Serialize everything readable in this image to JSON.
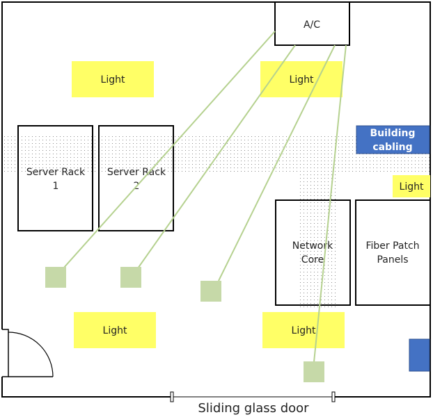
{
  "ac": {
    "label": "A/C"
  },
  "lights": {
    "top_left": "Light",
    "top_right": "Light",
    "right_side": "Light",
    "bottom_left": "Light",
    "bottom_right": "Light"
  },
  "racks": {
    "rack1": {
      "line1": "Server Rack",
      "line2": "1"
    },
    "rack2": {
      "line1": "Server Rack",
      "line2": "2"
    }
  },
  "network_core": {
    "line1": "Network",
    "line2": "Core"
  },
  "fiber_panels": {
    "line1": "Fiber Patch",
    "line2": "Panels"
  },
  "building_cabling": {
    "line1": "Building",
    "line2": "cabling"
  },
  "door": {
    "label": "Sliding glass door"
  },
  "colors": {
    "light_fill": "#ffff66",
    "vent_fill": "#c6d9a8",
    "duct_line": "#b5d18f",
    "blue": "#4472c4",
    "outline": "#000000"
  }
}
